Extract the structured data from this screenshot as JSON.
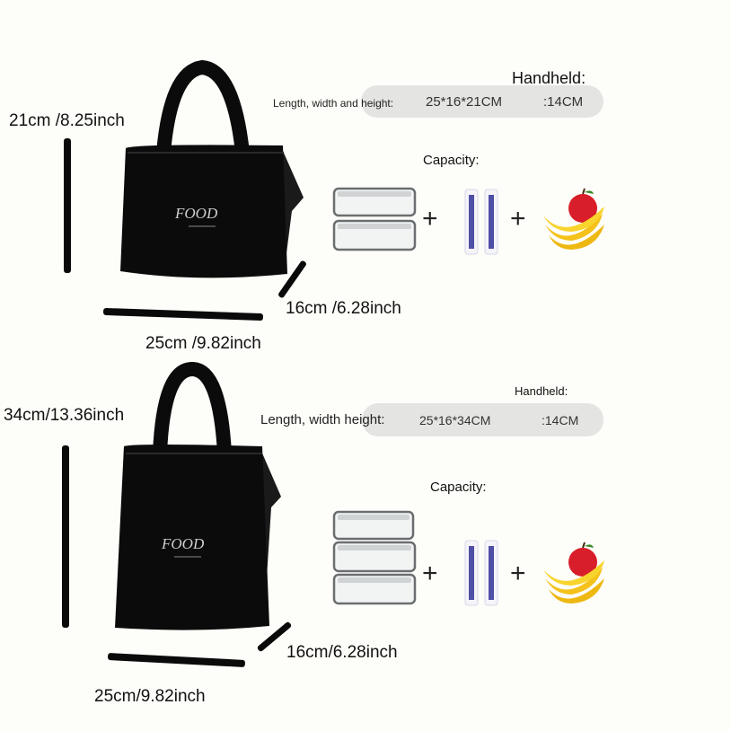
{
  "top": {
    "height_label": "21cm /8.25inch",
    "depth_label": "16cm /6.28inch",
    "width_label": "25cm /9.82inch",
    "handheld_label": "Handheld:",
    "spec_label": "Length, width and height:",
    "spec_value": "25*16*21CM",
    "handle_value": ":14CM",
    "capacity_label": "Capacity:",
    "plus_1": "+",
    "plus_2": "+",
    "logo_text": "FOOD"
  },
  "bottom": {
    "height_label": "34cm/13.36inch",
    "depth_label": "16cm/6.28inch",
    "width_label": "25cm/9.82inch",
    "handheld_label": "Handheld:",
    "spec_label": "Length, width height:",
    "spec_value": "25*16*34CM",
    "handle_value": ":14CM",
    "capacity_label": "Capacity:",
    "plus_1": "+",
    "plus_2": "+",
    "logo_text": "FOOD"
  },
  "colors": {
    "bag": "#0b0b0b",
    "pill": "#e4e4e2",
    "background": "#fdfdf9"
  }
}
